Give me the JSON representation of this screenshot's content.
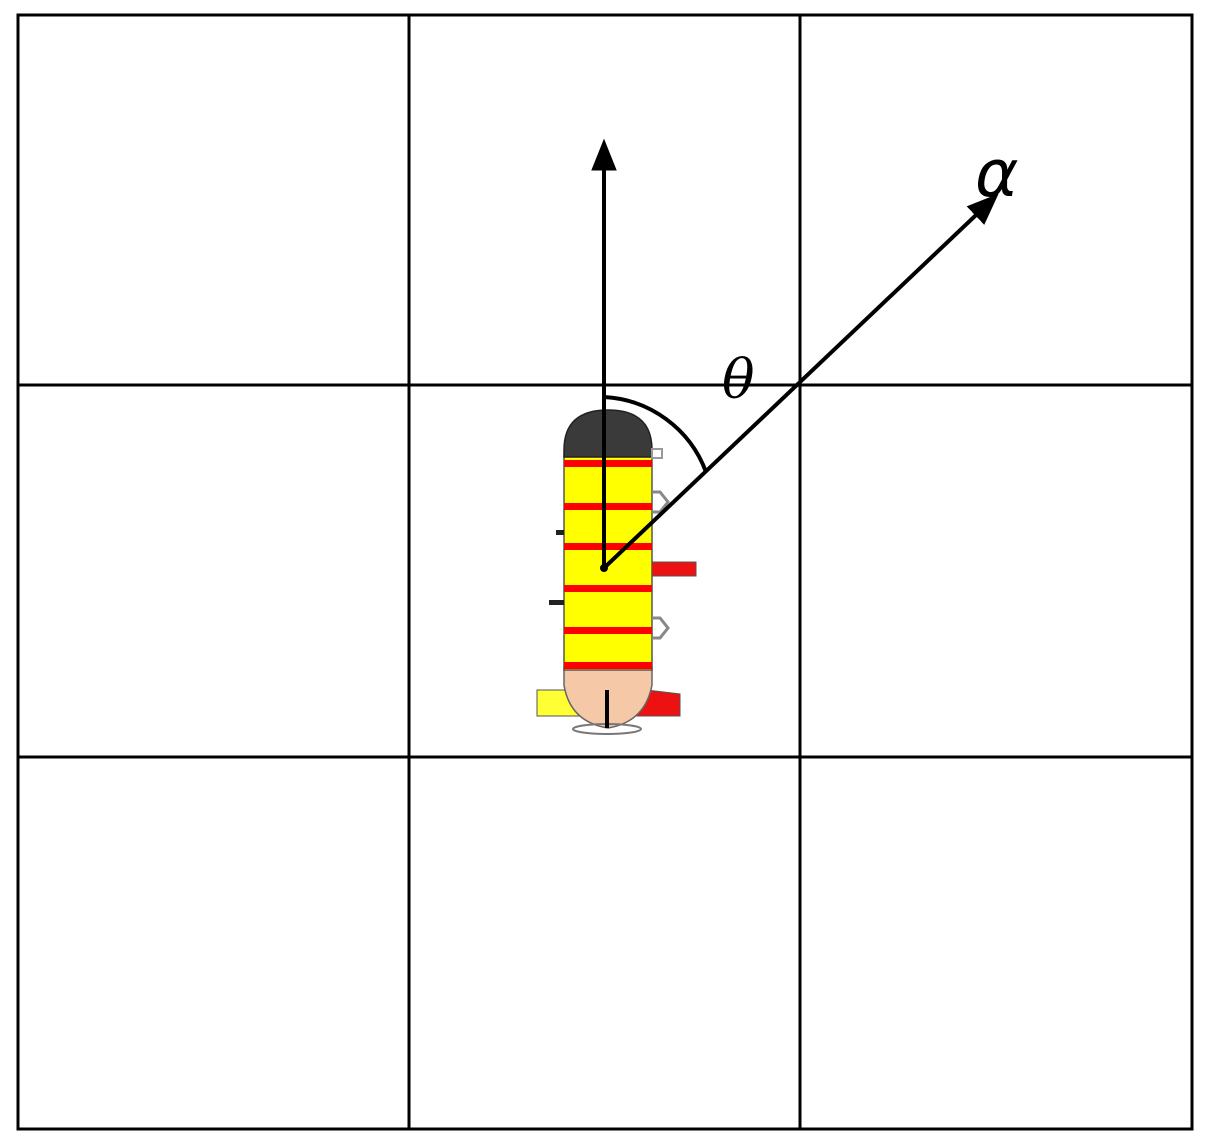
{
  "grid": {
    "rows": 3,
    "columns": 3
  },
  "labels": {
    "theta": "θ",
    "alpha": "α"
  },
  "vectors": {
    "heading": "up",
    "target_angle_deg_from_heading": 45
  },
  "vehicle": {
    "name": "underwater-vehicle",
    "colors": {
      "body": "#ffff00",
      "bands": "#ff0000",
      "nose": "#3a3a3a",
      "tail": "#f5c8a8",
      "fin_left": "#ffff33",
      "fin_right": "#ee1111"
    }
  }
}
